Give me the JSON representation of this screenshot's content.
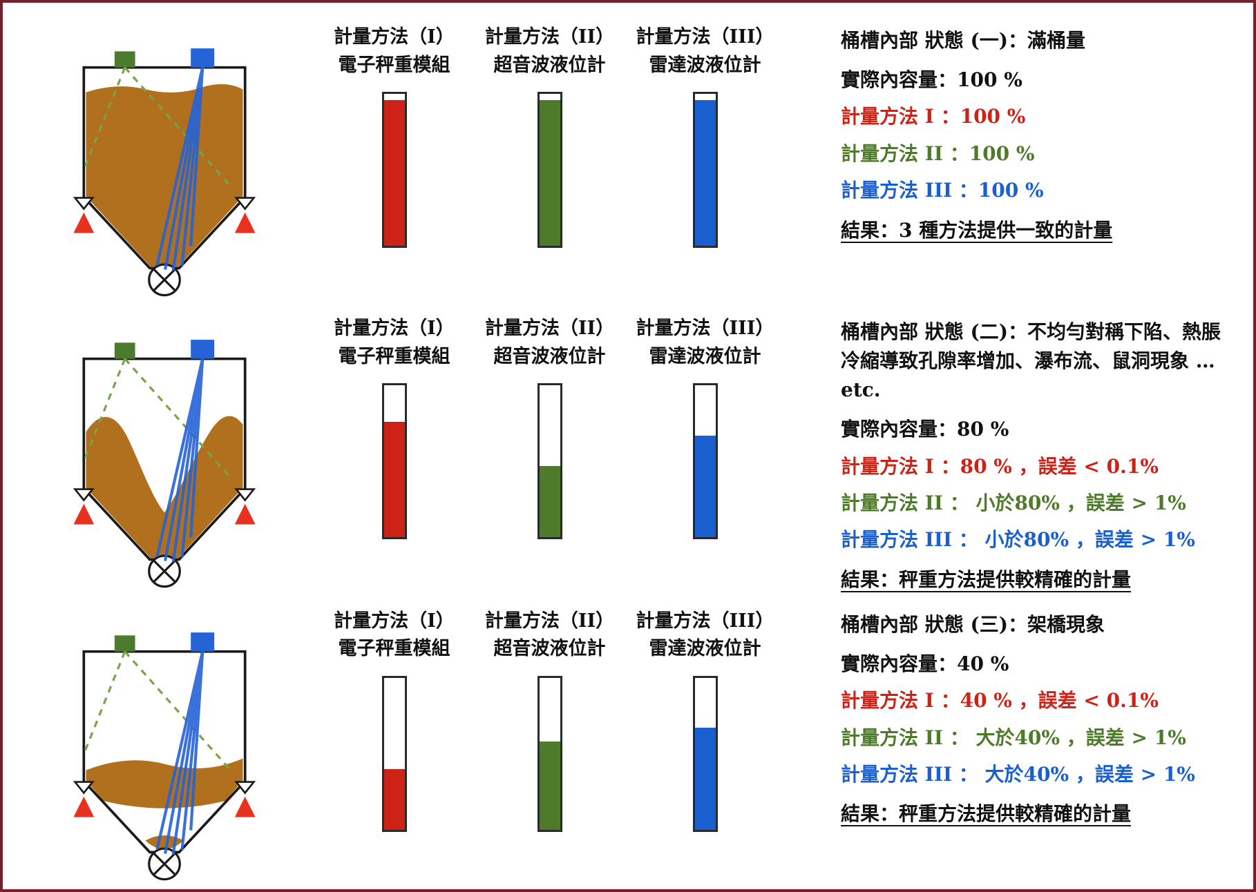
{
  "methods": [
    {
      "line1": "計量方法（I）",
      "line2": "電子秤重模組",
      "color": "#cf2217"
    },
    {
      "line1": "計量方法（II）",
      "line2": "超音波液位計",
      "color": "#4e7b2a"
    },
    {
      "line1": "計量方法（III）",
      "line2": "雷達波液位計",
      "color": "#1a5fd0"
    }
  ],
  "rows": [
    {
      "state_heading": "桶槽內部 狀態 (一)：滿桶量",
      "actual": "實際內容量：100 %",
      "readings": [
        {
          "text": "計量方法 I ：100 %",
          "color": "#cf2217"
        },
        {
          "text": "計量方法 II ：100 %",
          "color": "#4e7b2a"
        },
        {
          "text": "計量方法 III ：100 %",
          "color": "#1a5fd0"
        }
      ],
      "result": "結果：3 種方法提供一致的計量",
      "fills": [
        96,
        96,
        96
      ]
    },
    {
      "state_heading": "桶槽內部 狀態 (二)：不均勻對稱下陷、熱脹冷縮導致孔隙率增加、瀑布流、鼠洞現象 … etc.",
      "actual": "實際內容量：80 %",
      "readings": [
        {
          "text": "計量方法 I ：80 % ，誤差 < 0.1%",
          "color": "#cf2217"
        },
        {
          "text": "計量方法 II ： 小於80% ，誤差 > 1%",
          "color": "#4e7b2a"
        },
        {
          "text": "計量方法 III ： 小於80% ，誤差 > 1%",
          "color": "#1a5fd0"
        }
      ],
      "result": "結果：秤重方法提供較精確的計量",
      "fills": [
        76,
        47,
        67
      ]
    },
    {
      "state_heading": "桶槽內部 狀態 (三)：架橋現象",
      "actual": "實際內容量：40 %",
      "readings": [
        {
          "text": "計量方法 I ：40 % ，誤差 < 0.1%",
          "color": "#cf2217"
        },
        {
          "text": "計量方法 II ： 大於40% ，誤差 > 1%",
          "color": "#4e7b2a"
        },
        {
          "text": "計量方法 III ： 大於40% ，誤差 > 1%",
          "color": "#1a5fd0"
        }
      ],
      "result": "結果：秤重方法提供較精確的計量",
      "fills": [
        40,
        58,
        67
      ]
    }
  ]
}
